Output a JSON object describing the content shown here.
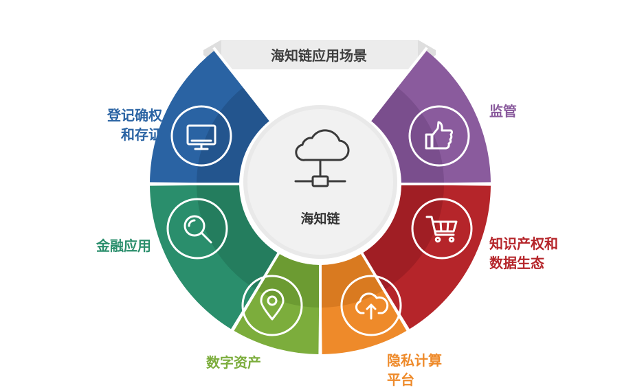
{
  "title": "海知链应用场景",
  "center_label": "海知链",
  "segments": [
    {
      "key": "blue",
      "lines": [
        "登记确权",
        "和存证"
      ],
      "icon": "monitor-icon",
      "color": "#2a63a3",
      "dark": "#1d4a7d"
    },
    {
      "key": "purple",
      "lines": [
        "监管"
      ],
      "icon": "thumbs-up-icon",
      "color": "#8a5b9d",
      "dark": "#6d4480"
    },
    {
      "key": "teal",
      "lines": [
        "金融应用"
      ],
      "icon": "magnifier-icon",
      "color": "#2a8e6c",
      "dark": "#1f6f54"
    },
    {
      "key": "red",
      "lines": [
        "知识产权和",
        "数据生态"
      ],
      "icon": "shopping-cart-icon",
      "color": "#b5252a",
      "dark": "#8e1a1f"
    },
    {
      "key": "green",
      "lines": [
        "数字资产"
      ],
      "icon": "map-pin-icon",
      "color": "#7cad3c",
      "dark": "#5f8d2a"
    },
    {
      "key": "orange",
      "lines": [
        "隐私计算",
        "平台"
      ],
      "icon": "cloud-upload-icon",
      "color": "#ee8a2a",
      "dark": "#c96e17"
    }
  ],
  "center_icon": "cloud-network-icon"
}
